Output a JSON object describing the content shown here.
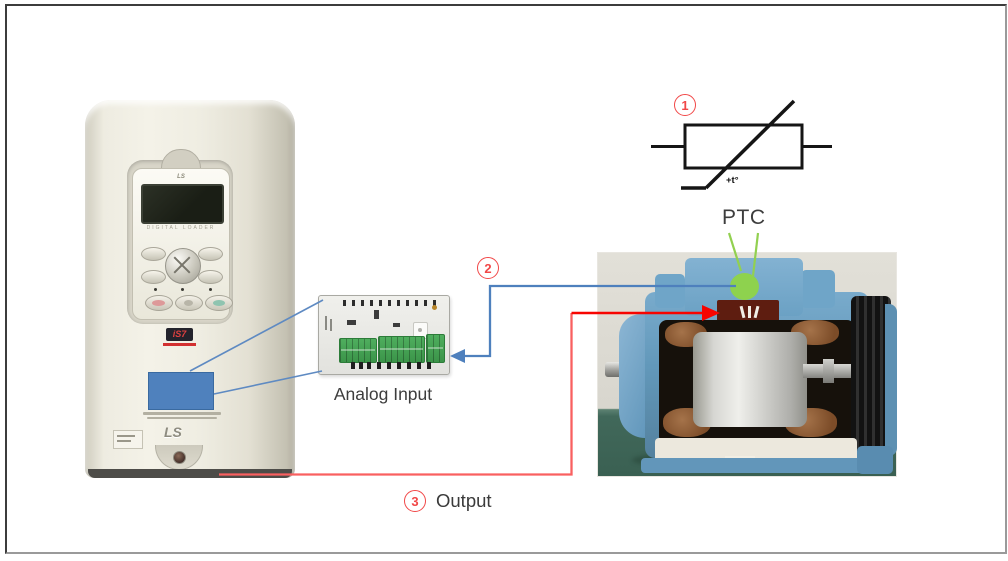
{
  "labels": {
    "ptc": "PTC",
    "analog_input": "Analog Input",
    "output": "Output",
    "thermistor_temp": "+t°"
  },
  "callouts": {
    "one": "1",
    "two": "2",
    "three": "3"
  },
  "inverter": {
    "keypad_brand": "LS",
    "lcd_caption": "DIGITAL LOADER",
    "model_badge": "iS7",
    "brand_logo": "LS"
  },
  "colors": {
    "callout_red": "#f14747",
    "wire_red": "#f70400",
    "wire_red_soft": "#f96060",
    "wire_blue": "#4e80bd",
    "highlight_blue": "#4f81bd",
    "ptc_green": "#8ed24e",
    "symbol_black": "#151515"
  }
}
